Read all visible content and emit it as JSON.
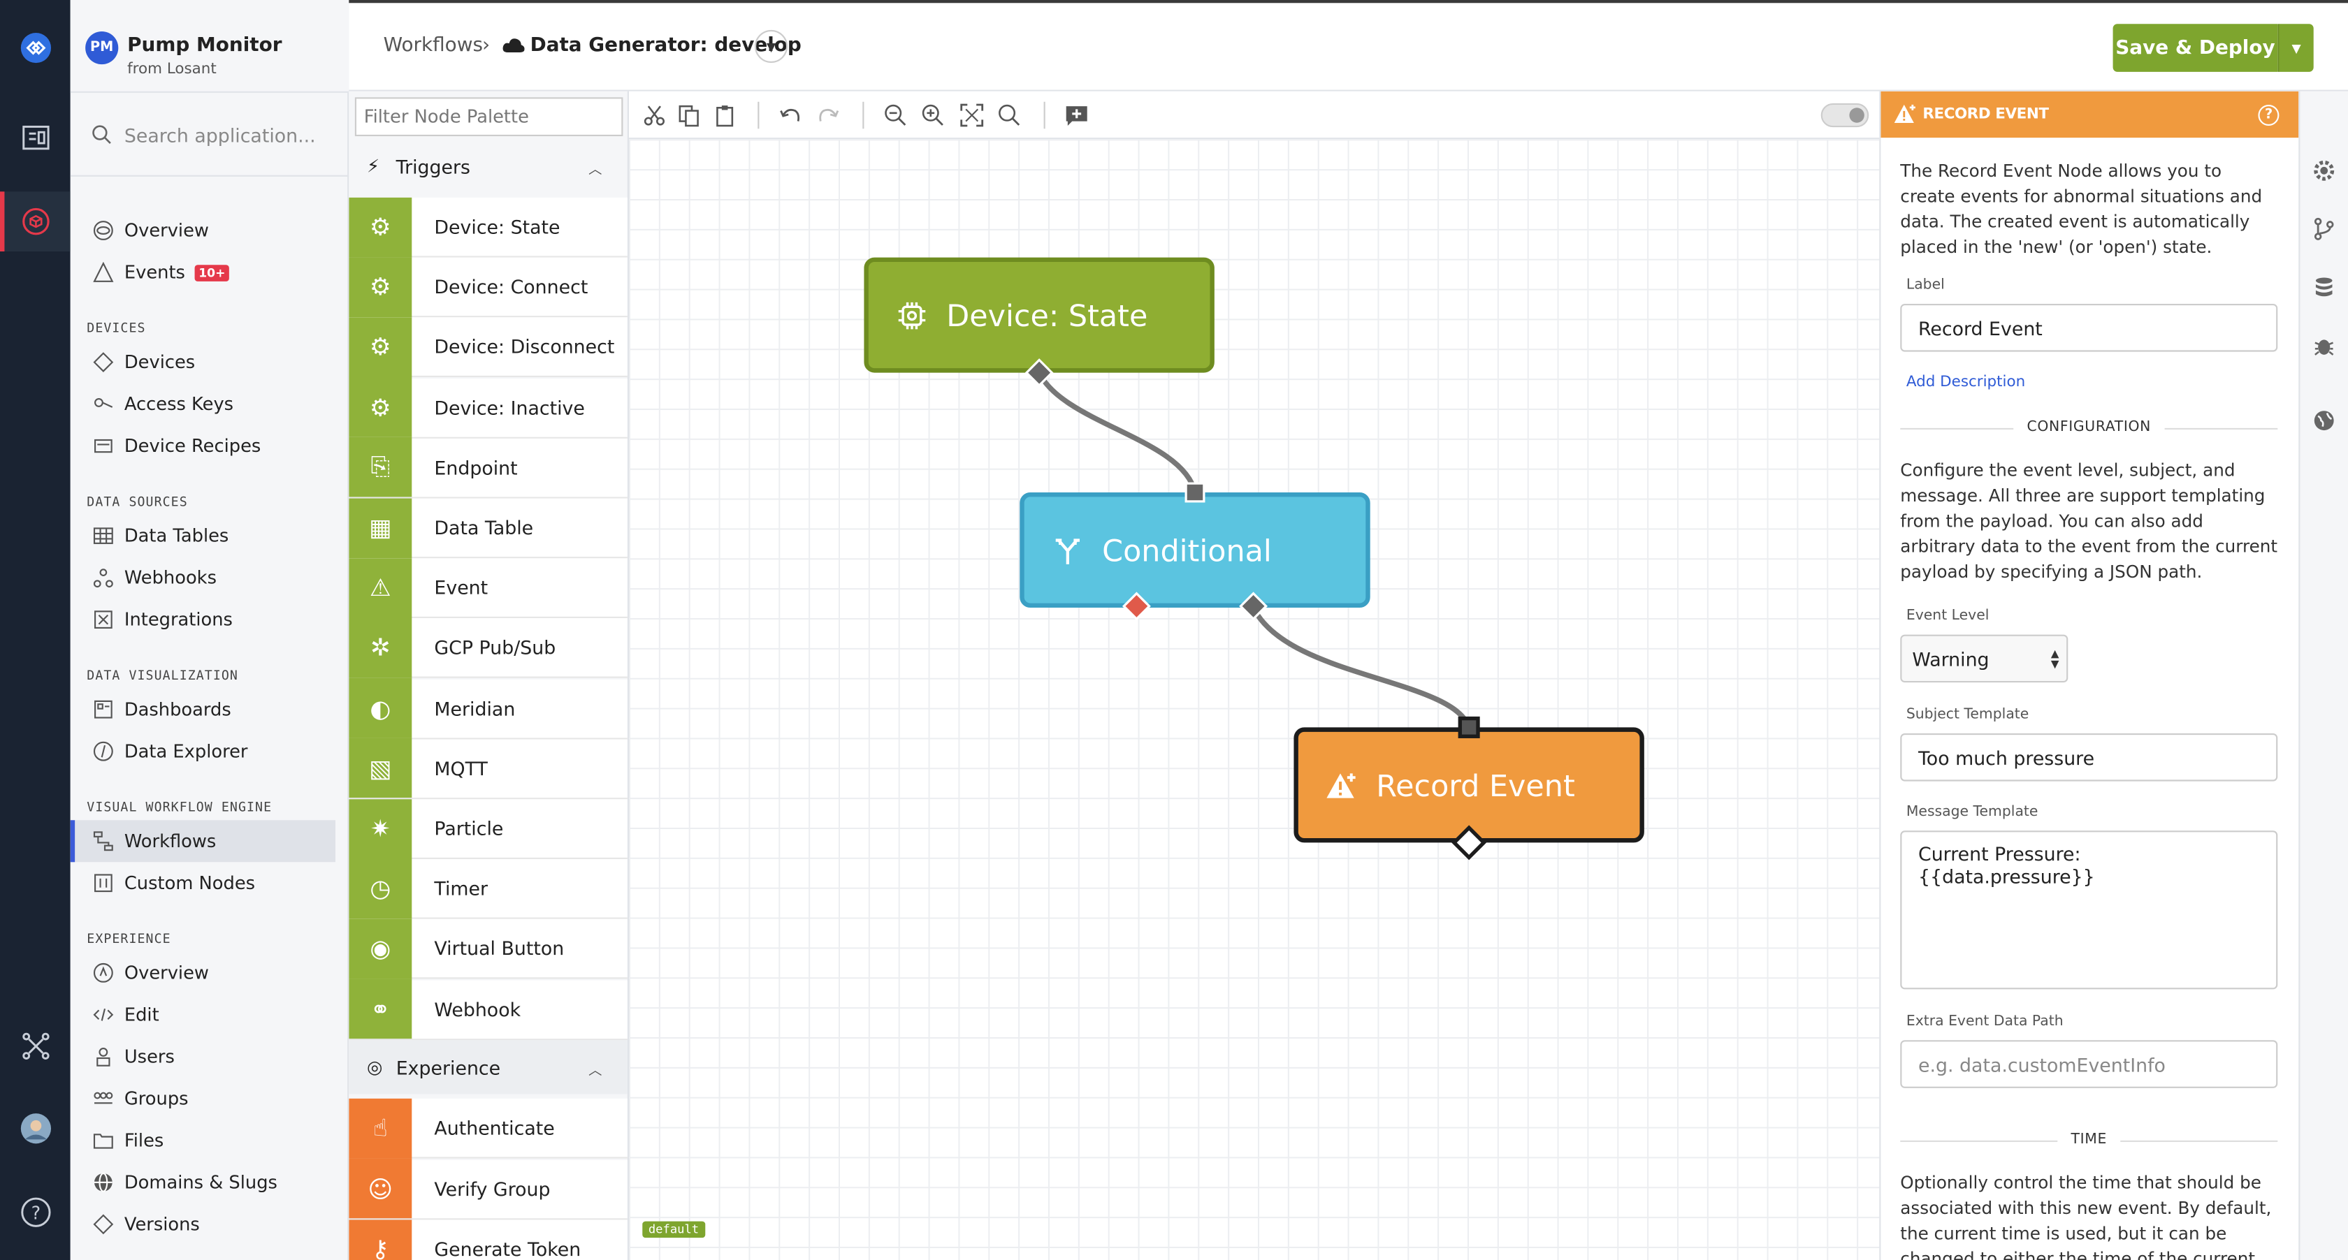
{
  "app": {
    "initials": "PM",
    "title": "Pump Monitor",
    "subtitle": "from Losant"
  },
  "search": {
    "placeholder": "Search application..."
  },
  "nav": {
    "overview": "Overview",
    "events": "Events",
    "events_badge": "10+",
    "devices_section": "DEVICES",
    "devices": "Devices",
    "access_keys": "Access Keys",
    "device_recipes": "Device Recipes",
    "data_sources_section": "DATA SOURCES",
    "data_tables": "Data Tables",
    "webhooks": "Webhooks",
    "integrations": "Integrations",
    "data_viz_section": "DATA VISUALIZATION",
    "dashboards": "Dashboards",
    "data_explorer": "Data Explorer",
    "vwe_section": "VISUAL WORKFLOW ENGINE",
    "workflows": "Workflows",
    "custom_nodes": "Custom Nodes",
    "experience_section": "EXPERIENCE",
    "exp_overview": "Overview",
    "edit": "Edit",
    "users": "Users",
    "groups": "Groups",
    "files": "Files",
    "domains": "Domains & Slugs",
    "versions": "Versions"
  },
  "breadcrumb": {
    "workflows": "Workflows",
    "separator": "›",
    "current": "Data Generator: develop"
  },
  "toolbar": {
    "save_label": "Save & Deploy"
  },
  "palette": {
    "filter_placeholder": "Filter Node Palette",
    "triggers_label": "Triggers",
    "triggers": [
      "Device: State",
      "Device: Connect",
      "Device: Disconnect",
      "Device: Inactive",
      "Endpoint",
      "Data Table",
      "Event",
      "GCP Pub/Sub",
      "Meridian",
      "MQTT",
      "Particle",
      "Timer",
      "Virtual Button",
      "Webhook"
    ],
    "experience_label": "Experience",
    "experience": [
      "Authenticate",
      "Verify Group",
      "Generate Token"
    ]
  },
  "canvas": {
    "nodes": {
      "state": "Device: State",
      "conditional": "Conditional",
      "record": "Record Event"
    },
    "default_tag": "default"
  },
  "props": {
    "title": "RECORD EVENT",
    "help": "?",
    "description": "The Record Event Node allows you to create events for abnormal situations and data. The created event is automatically placed in the 'new' (or 'open') state.",
    "label_label": "Label",
    "label_value": "Record Event",
    "add_description": "Add Description",
    "config_section": "CONFIGURATION",
    "config_text": "Configure the event level, subject, and message. All three are support templating from the payload. You can also add arbitrary data to the event from the current payload by specifying a JSON path.",
    "event_level_label": "Event Level",
    "event_level_value": "Warning",
    "subject_label": "Subject Template",
    "subject_value": "Too much pressure",
    "message_label": "Message Template",
    "message_value": "Current Pressure: {{data.pressure}}",
    "extra_label": "Extra Event Data Path",
    "extra_placeholder": "e.g. data.customEventInfo",
    "time_section": "TIME",
    "time_text": "Optionally control the time that should be associated with this new event. By default, the current time is used, but it can be changed to either the time of the current"
  },
  "colors": {
    "trigger_green": "#8fb23a",
    "experience_orange": "#f07a33",
    "save_green": "#7ea52e",
    "conditional_blue": "#5bc4e0",
    "record_orange": "#f09a3e",
    "rail_dark": "#1a2332"
  },
  "icons": [
    "losant-logo-icon",
    "dashboard-icon",
    "cube-icon",
    "network-icon",
    "user-avatar",
    "help-icon",
    "search-icon",
    "cloud-icon",
    "chevron-down-icon",
    "cut-icon",
    "copy-icon",
    "paste-icon",
    "undo-icon",
    "redo-icon",
    "zoom-out-icon",
    "zoom-in-icon",
    "fit-icon",
    "zoom-reset-icon",
    "add-comment-icon",
    "gear-icon",
    "branch-icon",
    "database-icon",
    "bug-icon",
    "globe-icon"
  ]
}
